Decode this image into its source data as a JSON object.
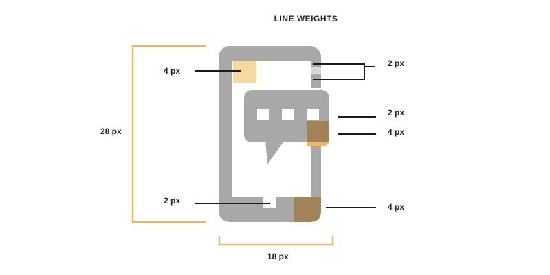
{
  "title": "LINE WEIGHTS",
  "colors": {
    "phone_gray": "#a8a8a8",
    "light_gray": "#d9d9d9",
    "gold": "#e8b86b",
    "gold_light": "#f5d9a0",
    "brown": "#a2825a",
    "leader": "#1a1a1a"
  },
  "callouts": {
    "top_left": "4 px",
    "top_right": "2 px",
    "bubble_top": "2 px",
    "bubble_bottom": "4 px",
    "bottom_left": "2 px",
    "bottom_right": "4 px"
  },
  "dimensions": {
    "height": "28 px",
    "width": "18 px"
  }
}
